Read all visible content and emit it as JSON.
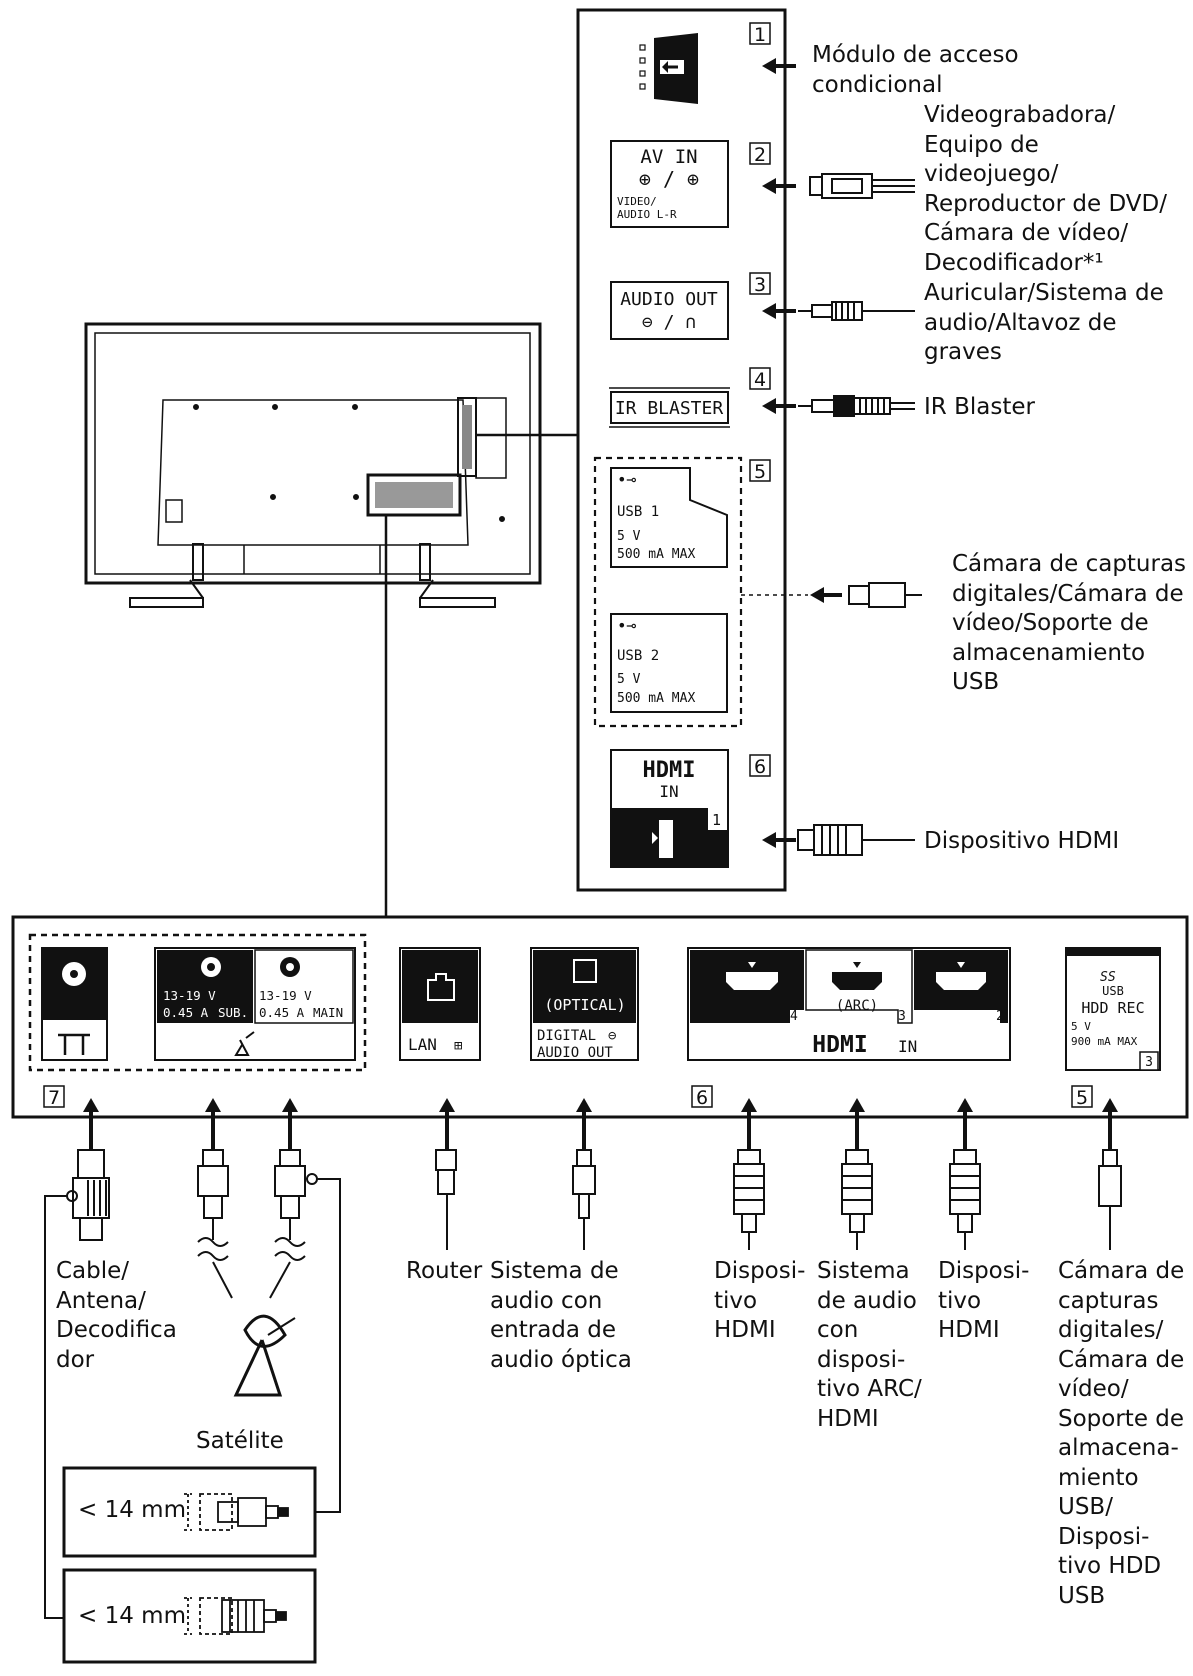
{
  "side_panel": {
    "slots": [
      {
        "number": "1",
        "port_label": "",
        "device": "Módulo de acceso\ncondicional"
      },
      {
        "number": "2",
        "port_label": "AV IN",
        "sub_label": "VIDEO/\nAUDIO L-R",
        "device": "Videograbadora/\nEquipo de\nvideojuego/\nReproductor de DVD/\nCámara de vídeo/\nDecodificador*¹"
      },
      {
        "number": "3",
        "port_label": "AUDIO OUT",
        "device": "Auricular/Sistema de\naudio/Altavoz de\ngraves"
      },
      {
        "number": "4",
        "port_label": "IR BLASTER",
        "device": "IR Blaster"
      },
      {
        "number": "5",
        "usb1_title": "USB 1",
        "usb2_title": "USB 2",
        "usb_rating_v": "5 V",
        "usb_rating_a": "500 mA MAX",
        "device": "Cámara de capturas\ndigitales/Cámara de\nvídeo/Soporte de\nalmacenamiento\nUSB"
      },
      {
        "number": "6",
        "hdmi_logo": "HDMI",
        "hdmi_in": "IN",
        "hdmi_port_number": "1",
        "device": "Dispositivo HDMI"
      }
    ]
  },
  "bottom_panel": {
    "group7_number": "7",
    "sat_sub_voltage": "13-19 V",
    "sat_sub_current": "0.45 A",
    "sat_sub_tag": "SUB.",
    "sat_main_voltage": "13-19 V",
    "sat_main_current": "0.45 A",
    "sat_main_tag": "MAIN",
    "lan_label": "LAN",
    "optical_label": "(OPTICAL)",
    "digital_label": "DIGITAL",
    "audio_out_label": "AUDIO OUT",
    "hdmi_group_number": "6",
    "hdmi_ports": [
      "4",
      "3",
      "2"
    ],
    "arc_label": "(ARC)",
    "hdmi_in": "IN",
    "usb_group_number": "5",
    "usb_logo": "SS",
    "usb_small": "USB",
    "hdd_rec": "HDD REC",
    "usb_v": "5 V",
    "usb_ma": "900 mA MAX",
    "usb_port_number": "3"
  },
  "bottom_labels": {
    "cable": "Cable/\nAntena/\nDecodifica\ndor",
    "satellite": "Satélite",
    "router": "Router",
    "optical": "Sistema de\naudio con\nentrada de\naudio óptica",
    "hdmi4": "Disposi-\ntivo\nHDMI",
    "arc": "Sistema\nde audio\ncon\ndisposi-\ntivo ARC/\nHDMI",
    "hdmi2": "Disposi-\ntivo\nHDMI",
    "usb": "Cámara de\ncapturas\ndigitales/\nCámara de\nvídeo/\nSoporte de\nalmacena-\nmiento\nUSB/\nDisposi-\ntivo HDD\nUSB"
  },
  "connector_notes": [
    {
      "text": "< 14 mm"
    },
    {
      "text": "< 14 mm"
    }
  ]
}
